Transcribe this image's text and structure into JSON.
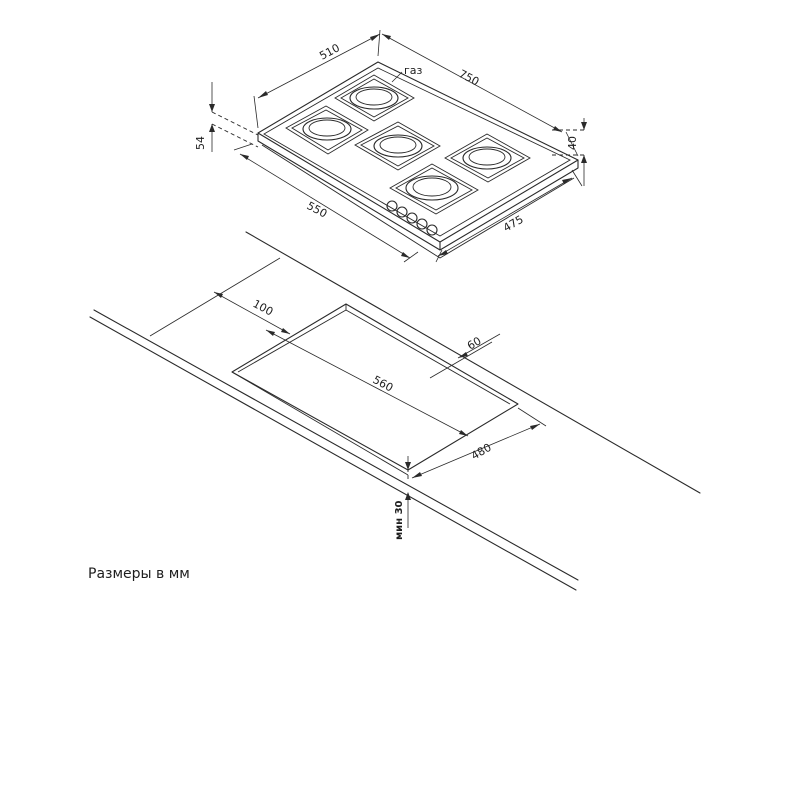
{
  "caption": "Размеры в мм",
  "hob": {
    "width_top": "510",
    "depth_top": "750",
    "gas_label": "газ",
    "height": "54",
    "glass_thickness": "40",
    "front_width": "550",
    "front_depth": "475",
    "burners": 5,
    "knobs": 5
  },
  "cutout": {
    "side_margin": "100",
    "back_margin": "60",
    "length": "560",
    "width": "480",
    "min_thickness": "мин 30"
  }
}
